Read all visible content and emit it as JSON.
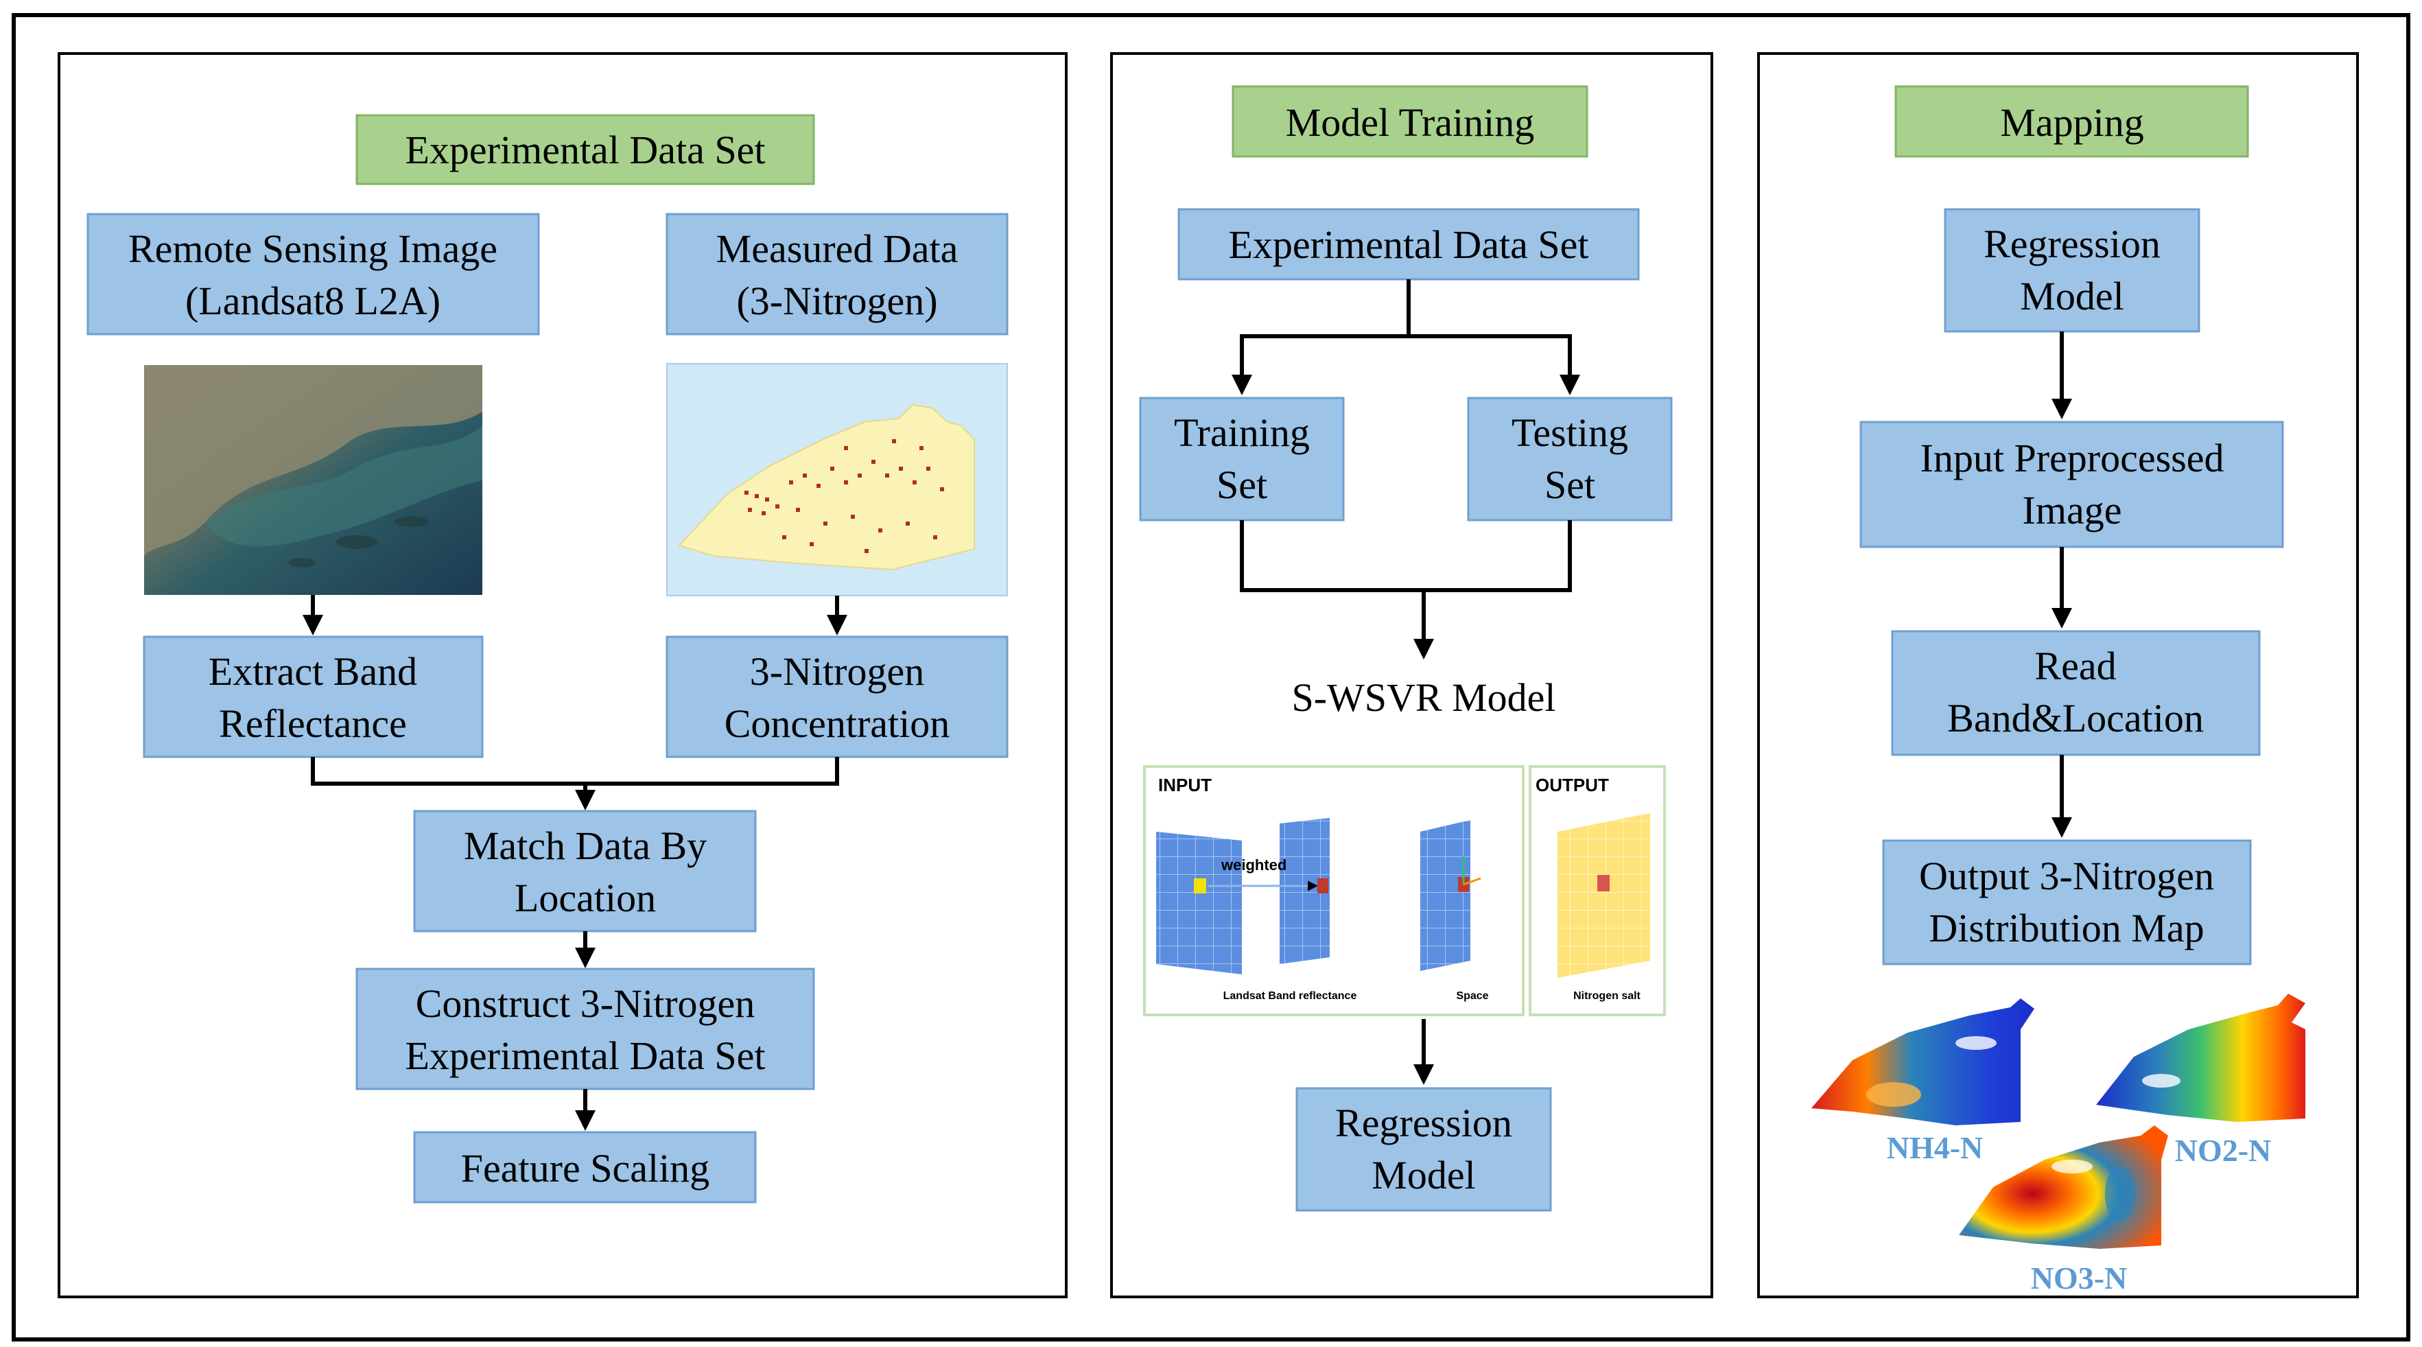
{
  "panels": {
    "left": {
      "title": "Experimental Data Set",
      "remote_sensing": [
        "Remote Sensing Image",
        "(Landsat8  L2A)"
      ],
      "measured": [
        "Measured Data",
        "(3-Nitrogen)"
      ],
      "extract": [
        "Extract Band",
        "Reflectance"
      ],
      "concentration": [
        "3-Nitrogen",
        "Concentration"
      ],
      "match": [
        "Match Data By",
        "Location"
      ],
      "construct": [
        "Construct 3-Nitrogen",
        "Experimental Data Set"
      ],
      "scaling": "Feature Scaling"
    },
    "middle": {
      "title": "Model Training",
      "dataset": "Experimental Data Set",
      "training": [
        "Training",
        "Set"
      ],
      "testing": [
        "Testing",
        "Set"
      ],
      "model_name": "S-WSVR Model",
      "diagram": {
        "input_label": "INPUT",
        "output_label": "OUTPUT",
        "weighted_label": "weighted",
        "caption_reflectance": "Landsat Band reflectance",
        "caption_space": "Space",
        "caption_nitrogen": "Nitrogen salt"
      },
      "regression": [
        "Regression",
        "Model"
      ]
    },
    "right": {
      "title": "Mapping",
      "regression": [
        "Regression",
        "Model"
      ],
      "input": [
        "Input Preprocessed",
        "Image"
      ],
      "read": [
        "Read",
        "Band&Location"
      ],
      "output": [
        "Output 3-Nitrogen",
        "Distribution Map"
      ],
      "map_labels": [
        "NH4-N",
        "NO2-N",
        "NO3-N"
      ]
    }
  },
  "colors": {
    "box_fill": "#9dc3e6",
    "box_stroke": "#6f9fd0",
    "title_fill": "#a9d18e",
    "title_stroke": "#82b366",
    "map_label": "#5b9bd5",
    "line": "#000000"
  }
}
